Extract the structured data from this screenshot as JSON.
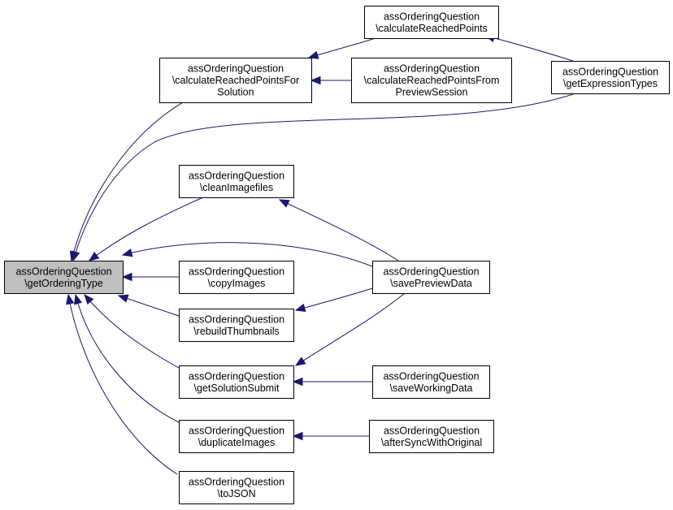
{
  "graph": {
    "colors": {
      "edge": "#191970",
      "node_fill": "#ffffff",
      "node_highlight_fill": "#bfbfbf",
      "node_border": "#000000"
    },
    "nodes": [
      {
        "id": "getOrderingType",
        "lines": [
          "assOrderingQuestion",
          "\\getOrderingType"
        ],
        "highlight": true
      },
      {
        "id": "calculateReachedPointsForSolution",
        "lines": [
          "assOrderingQuestion",
          "\\calculateReachedPointsFor",
          "Solution"
        ]
      },
      {
        "id": "calculateReachedPoints",
        "lines": [
          "assOrderingQuestion",
          "\\calculateReachedPoints"
        ]
      },
      {
        "id": "calculateReachedPointsFromPreviewSession",
        "lines": [
          "assOrderingQuestion",
          "\\calculateReachedPointsFrom",
          "PreviewSession"
        ]
      },
      {
        "id": "getExpressionTypes",
        "lines": [
          "assOrderingQuestion",
          "\\getExpressionTypes"
        ]
      },
      {
        "id": "cleanImagefiles",
        "lines": [
          "assOrderingQuestion",
          "\\cleanImagefiles"
        ]
      },
      {
        "id": "copyImages",
        "lines": [
          "assOrderingQuestion",
          "\\copyImages"
        ]
      },
      {
        "id": "savePreviewData",
        "lines": [
          "assOrderingQuestion",
          "\\savePreviewData"
        ]
      },
      {
        "id": "rebuildThumbnails",
        "lines": [
          "assOrderingQuestion",
          "\\rebuildThumbnails"
        ]
      },
      {
        "id": "getSolutionSubmit",
        "lines": [
          "assOrderingQuestion",
          "\\getSolutionSubmit"
        ]
      },
      {
        "id": "saveWorkingData",
        "lines": [
          "assOrderingQuestion",
          "\\saveWorkingData"
        ]
      },
      {
        "id": "duplicateImages",
        "lines": [
          "assOrderingQuestion",
          "\\duplicateImages"
        ]
      },
      {
        "id": "afterSyncWithOriginal",
        "lines": [
          "assOrderingQuestion",
          "\\afterSyncWithOriginal"
        ]
      },
      {
        "id": "toJSON",
        "lines": [
          "assOrderingQuestion",
          "\\toJSON"
        ]
      }
    ],
    "edges": [
      {
        "from": "calculateReachedPointsForSolution",
        "to": "getOrderingType"
      },
      {
        "from": "getExpressionTypes",
        "to": "getOrderingType"
      },
      {
        "from": "cleanImagefiles",
        "to": "getOrderingType"
      },
      {
        "from": "savePreviewData",
        "to": "getOrderingType"
      },
      {
        "from": "copyImages",
        "to": "getOrderingType"
      },
      {
        "from": "rebuildThumbnails",
        "to": "getOrderingType"
      },
      {
        "from": "getSolutionSubmit",
        "to": "getOrderingType"
      },
      {
        "from": "duplicateImages",
        "to": "getOrderingType"
      },
      {
        "from": "toJSON",
        "to": "getOrderingType"
      },
      {
        "from": "calculateReachedPoints",
        "to": "calculateReachedPointsForSolution"
      },
      {
        "from": "calculateReachedPointsFromPreviewSession",
        "to": "calculateReachedPointsForSolution"
      },
      {
        "from": "getExpressionTypes",
        "to": "calculateReachedPoints"
      },
      {
        "from": "savePreviewData",
        "to": "cleanImagefiles"
      },
      {
        "from": "savePreviewData",
        "to": "rebuildThumbnails"
      },
      {
        "from": "savePreviewData",
        "to": "getSolutionSubmit"
      },
      {
        "from": "saveWorkingData",
        "to": "getSolutionSubmit"
      },
      {
        "from": "afterSyncWithOriginal",
        "to": "duplicateImages"
      }
    ]
  }
}
